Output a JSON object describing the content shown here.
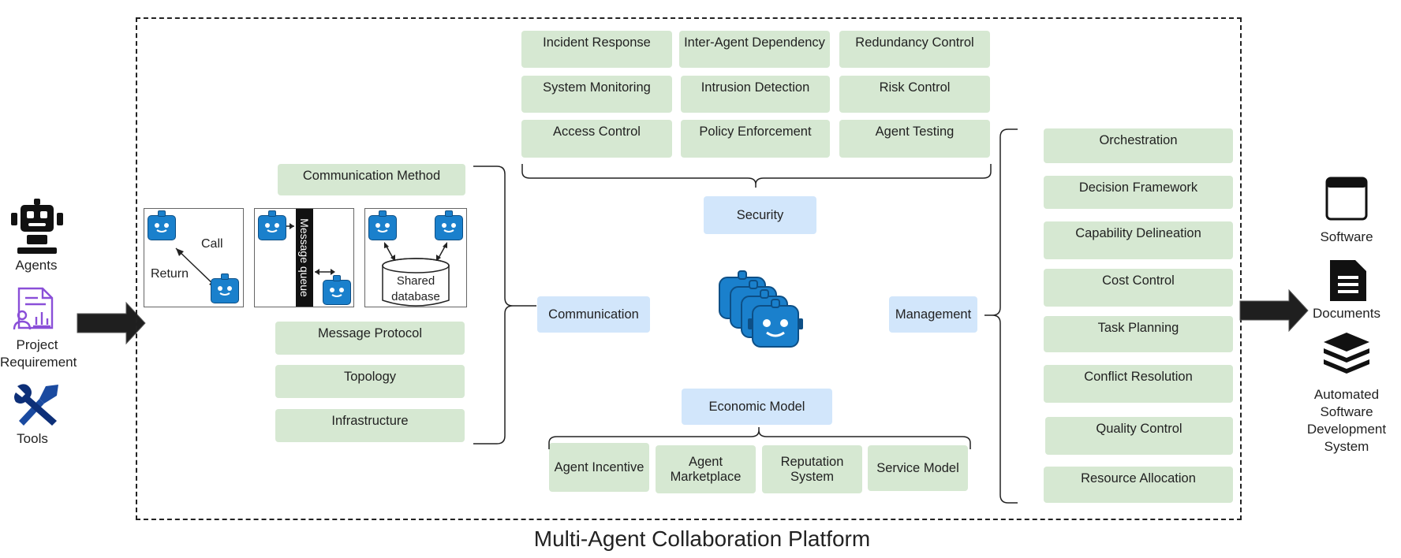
{
  "inputs": {
    "agents": "Agents",
    "project_requirement": "Project Requirement",
    "tools": "Tools"
  },
  "outputs": {
    "software": "Software",
    "documents": "Documents",
    "automated_system": "Automated Software Development System"
  },
  "platform_title": "Multi-Agent Collaboration Platform",
  "communication": {
    "label": "Communication",
    "items": [
      "Communication Method",
      "Message Protocol",
      "Topology",
      "Infrastructure"
    ],
    "illustration": {
      "call": "Call",
      "return": "Return",
      "message_queue": "Message queue",
      "shared_database": "Shared database"
    }
  },
  "security": {
    "label": "Security",
    "items": [
      "Incident Response",
      "Inter-Agent Dependency",
      "Redundancy Control",
      "System Monitoring",
      "Intrusion Detection",
      "Risk Control",
      "Access Control",
      "Policy Enforcement",
      "Agent Testing"
    ]
  },
  "economic": {
    "label": "Economic Model",
    "items": [
      "Agent Incentive",
      "Agent Marketplace",
      "Reputation System",
      "Service Model"
    ]
  },
  "management": {
    "label": "Management",
    "items": [
      "Orchestration",
      "Decision Framework",
      "Capability Delineation",
      "Cost Control",
      "Task Planning",
      "Conflict Resolution",
      "Quality Control",
      "Resource Allocation"
    ]
  },
  "colors": {
    "green_box": "#d6e8d2",
    "blue_box": "#d2e6fb",
    "robot_blue": "#1a80cc",
    "arrow": "#1f1f1f",
    "requirement_purple": "#8a4fd8"
  }
}
